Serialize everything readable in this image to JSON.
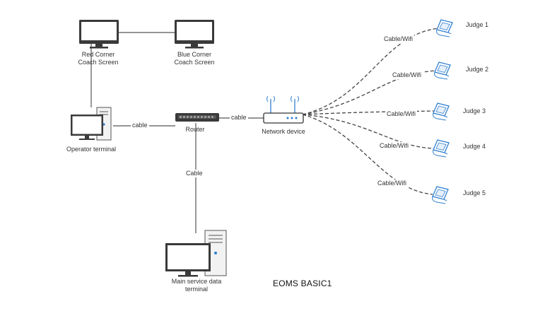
{
  "nodes": {
    "red_screen": {
      "line1": "Red Corner",
      "line2": "Coach Screen"
    },
    "blue_screen": {
      "line1": "Blue Corner",
      "line2": "Coach Screen"
    },
    "operator": {
      "label": "Operator terminal"
    },
    "router": {
      "label": "Router"
    },
    "network_device": {
      "label": "Network device"
    },
    "main_server": {
      "line1": "Main service data",
      "line2": "terminal"
    }
  },
  "links": {
    "operator_router": "cable",
    "router_network": "cable",
    "router_server": "Cable"
  },
  "judges": [
    {
      "name": "Judge 1",
      "link": "Cable/Wifi"
    },
    {
      "name": "Judge 2",
      "link": "Cable/Wifi"
    },
    {
      "name": "Judge 3",
      "link": "Cable/Wifi"
    },
    {
      "name": "Judge 4",
      "link": "Cable/Wifi"
    },
    {
      "name": "Judge 5",
      "link": "Cable/Wifi"
    }
  ],
  "caption": "EOMS BASIC1",
  "colors": {
    "line": "#555555",
    "device_blue": "#2f7fd0",
    "monitor": "#3a3a3a"
  }
}
